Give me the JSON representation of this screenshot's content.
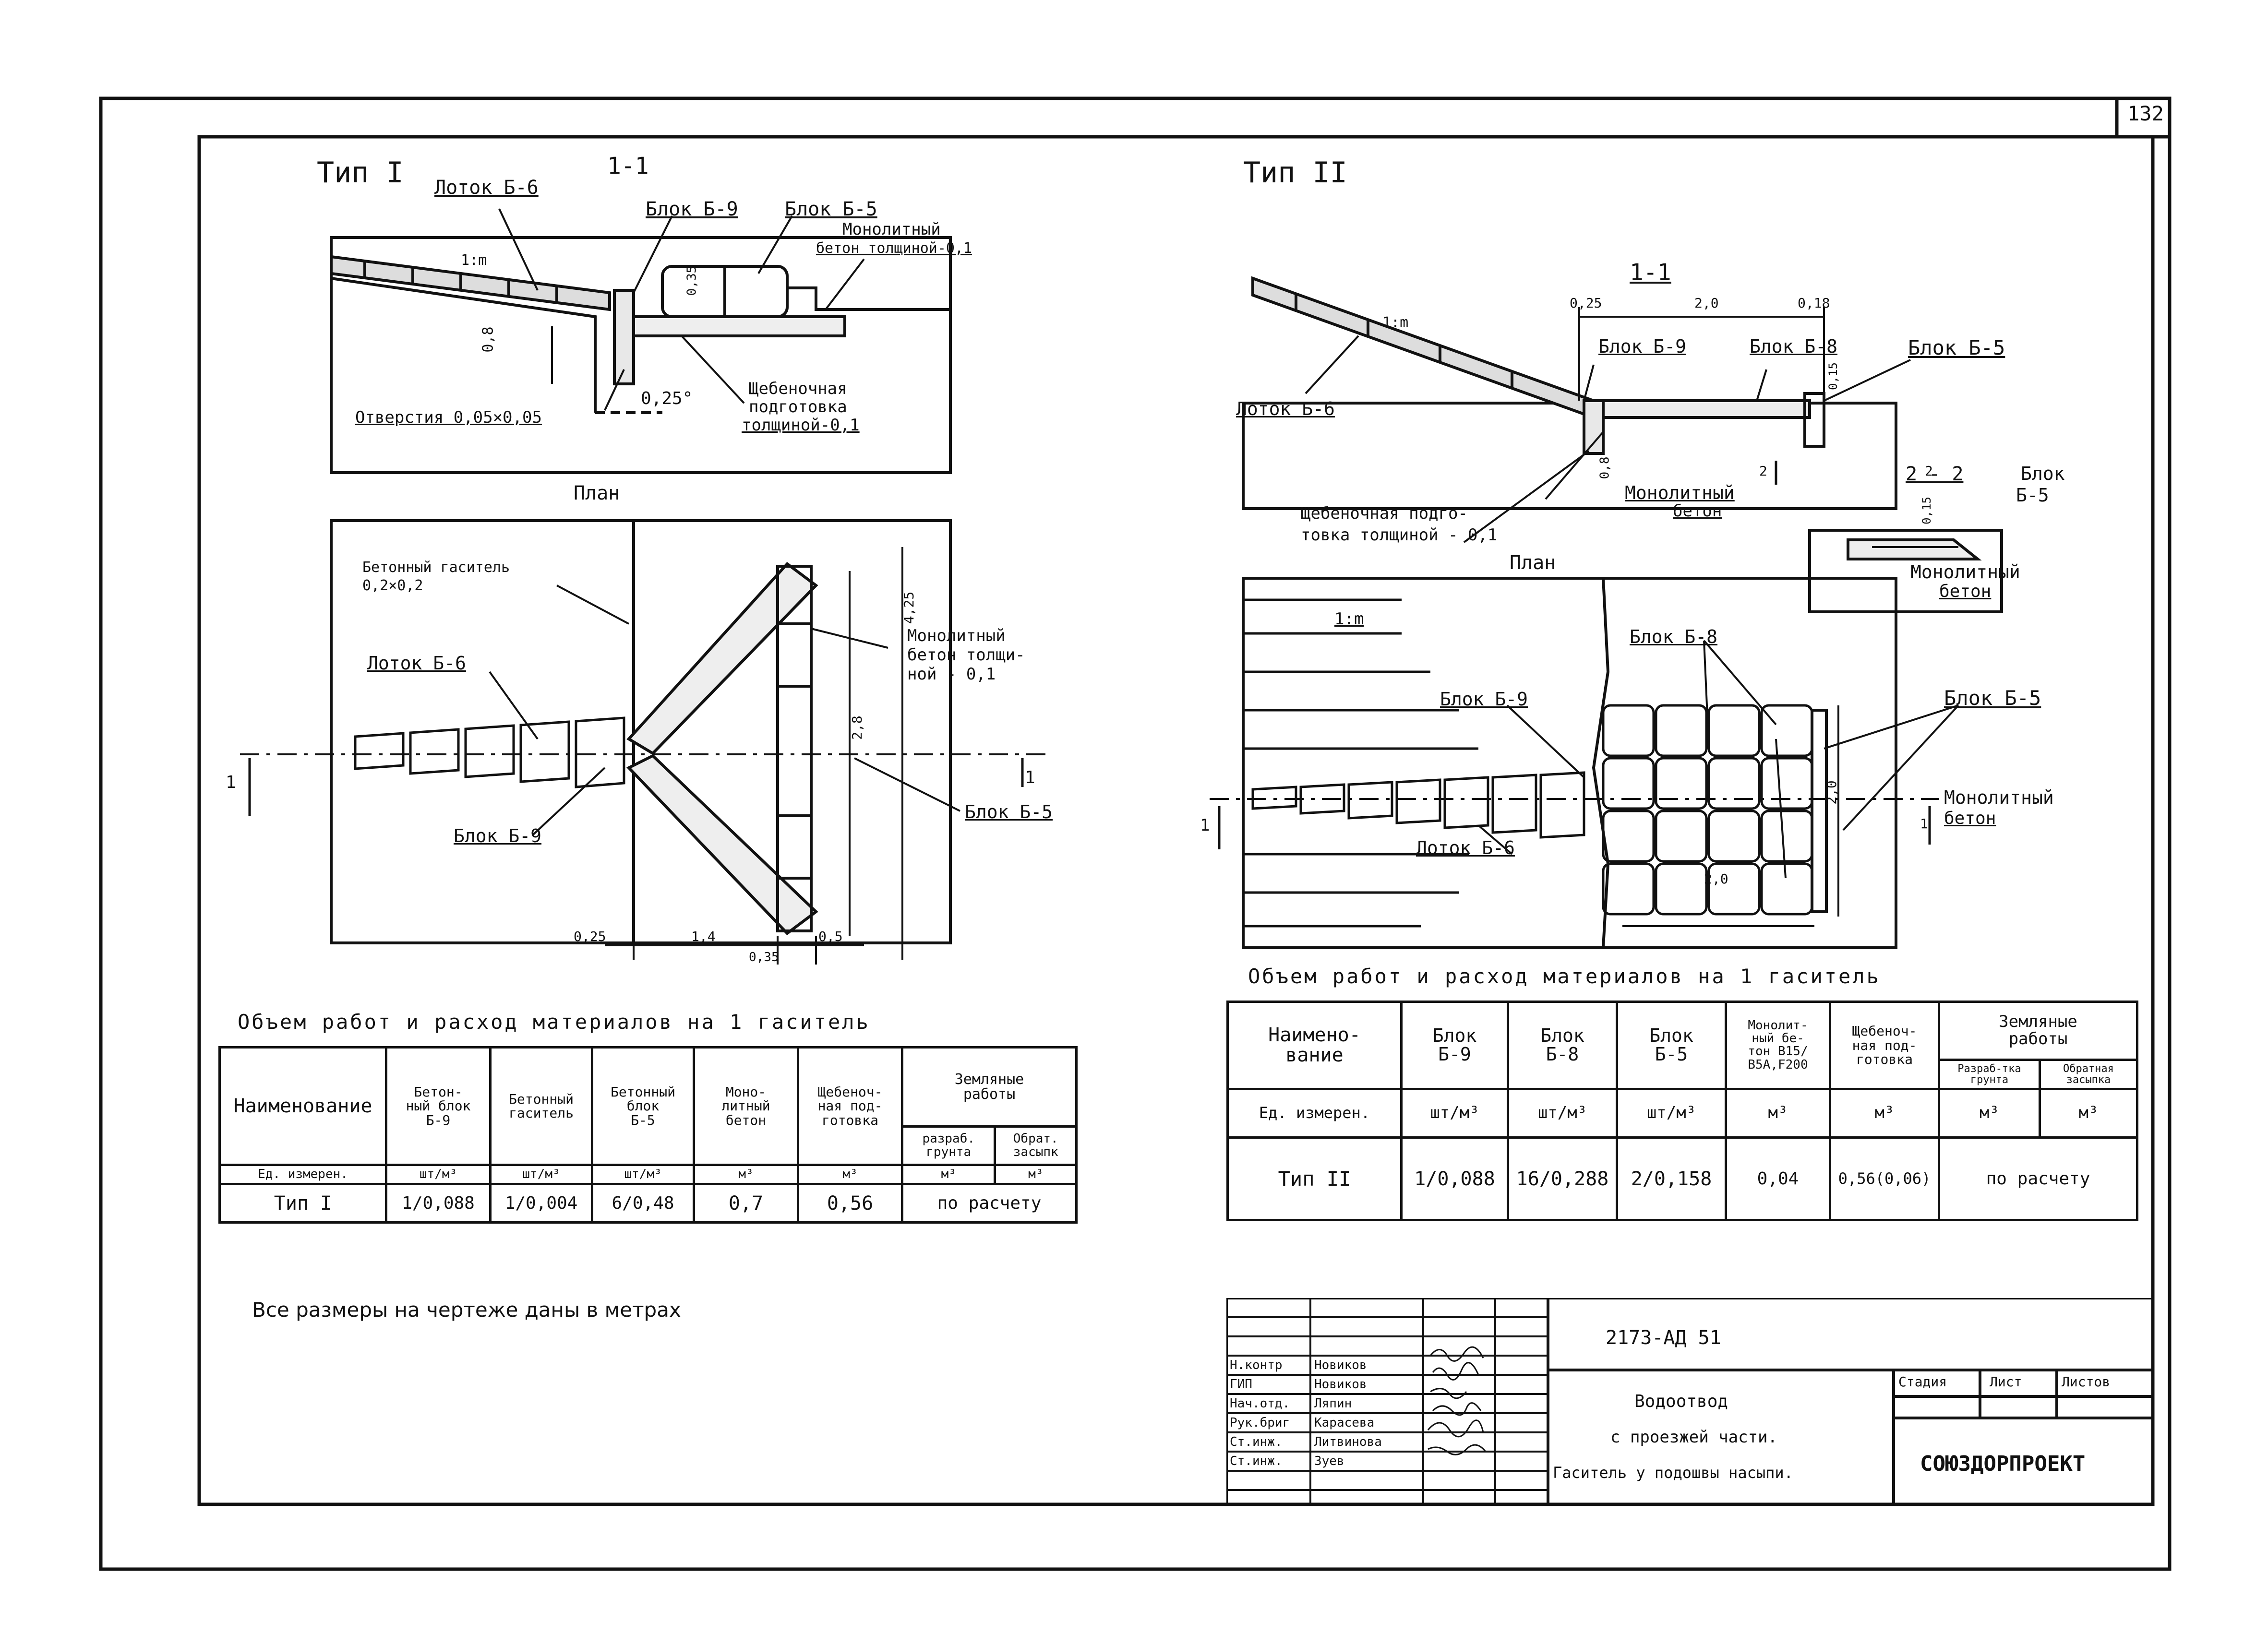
{
  "sheet": {
    "number": "132",
    "note": "Все размеры на чертеже даны в метрах"
  },
  "type1": {
    "title": "Тип I",
    "section_label": "1-1",
    "labels": {
      "lotok_b6": "Лоток Б-6",
      "blok_b9": "Блок Б-9",
      "blok_b5": "Блок Б-5",
      "monolith_l1": "Монолитный",
      "monolith_l2": "бетон толщиной-0,1",
      "slope": "1:m",
      "dim_035": "0,35",
      "dim_08": "0,8",
      "otverstia": "Отверстия 0,05×0,05",
      "angle": "0,25°",
      "gravel_l1": "Щебеночная",
      "gravel_l2": "подготовка",
      "gravel_l3": "толщиной-0,1"
    },
    "plan": {
      "title": "План",
      "gasitel_l1": "Бетонный гаситель",
      "gasitel_l2": "0,2×0,2",
      "lotok_b6": "Лоток Б-6",
      "monolith_l1": "Монолитный",
      "monolith_l2": "бетон толщи-",
      "monolith_l3": "ной - 0,1",
      "blok_b5": "Блок Б-5",
      "blok_b9": "Блок Б-9",
      "dim_28": "2,8",
      "dim_425": "4,25",
      "dim_025": "0,25",
      "dim_14": "1,4",
      "dim_035": "0,35",
      "dim_05": "0,5",
      "cut_left": "1",
      "cut_right": "1"
    },
    "table": {
      "caption": "Объем работ и расход материалов на 1 гаситель",
      "headers": {
        "name": "Наименование",
        "beton_blok_l1": "Бетон-",
        "beton_blok_l2": "ный блок",
        "beton_blok_l3": "Б-9",
        "gasitel_l1": "Бетонный",
        "gasitel_l2": "гаситель",
        "blok_l1": "Бетонный",
        "blok_l2": "блок",
        "blok_l3": "Б-5",
        "monolith_l1": "Моно-",
        "monolith_l2": "литный",
        "monolith_l3": "бетон",
        "gravel_l1": "Щебеноч-",
        "gravel_l2": "ная под-",
        "gravel_l3": "готовка",
        "earth_l1": "Земляные",
        "earth_l2": "работы",
        "razrab_l1": "разраб.",
        "razrab_l2": "грунта",
        "obr_l1": "Обрат.",
        "obr_l2": "засыпк"
      },
      "units_label": "Ед. измерен.",
      "units": [
        "шт/м³",
        "шт/м³",
        "шт/м³",
        "м³",
        "м³",
        "м³",
        "м³"
      ],
      "row_label": "Тип I",
      "row": [
        "1/0,088",
        "1/0,004",
        "6/0,48",
        "0,7",
        "0,56",
        "по расчету"
      ]
    }
  },
  "type2": {
    "title": "Тип II",
    "section_label": "1-1",
    "labels": {
      "dim_025": "0,25",
      "dim_20": "2,0",
      "dim_018": "0,18",
      "slope": "1:m",
      "blok_b9": "Блок Б-9",
      "blok_b8": "Блок Б-8",
      "blok_b5": "Блок Б-5",
      "lotok_b6": "Лоток Б-6",
      "dim_015": "0,15",
      "dim_08": "0,8",
      "monolith_l1": "Монолитный",
      "monolith_l2": "бетон",
      "gravel_l1": "Щебеночная подго-",
      "gravel_l2": "товка толщиной - 0,1",
      "cut2_left": "2",
      "cut2_right": "2",
      "sec2_title": "2 - 2",
      "sec2_blok_l1": "Блок",
      "sec2_blok_l2": "Б-5",
      "sec2_dim": "0,15",
      "sec2_mono_l1": "Монолитный",
      "sec2_mono_l2": "бетон"
    },
    "plan": {
      "title": "План",
      "slope": "1:m",
      "blok_b8": "Блок Б-8",
      "blok_b9": "Блок Б-9",
      "blok_b5": "Блок Б-5",
      "lotok_b6": "Лоток Б-6",
      "monolith_l1": "Монолитный",
      "monolith_l2": "бетон",
      "dim_20v": "2,0",
      "dim_20h": "2,0",
      "cut_left": "1",
      "cut_right": "1"
    },
    "table": {
      "caption": "Объем работ и расход материалов на 1 гаситель",
      "headers": {
        "name_l1": "Наимено-",
        "name_l2": "вание",
        "b9_l1": "Блок",
        "b9_l2": "Б-9",
        "b8_l1": "Блок",
        "b8_l2": "Б-8",
        "b5_l1": "Блок",
        "b5_l2": "Б-5",
        "mono_l1": "Монолит-",
        "mono_l2": "ный бе-",
        "mono_l3": "тон В15/",
        "mono_l4": "В5А,F200",
        "gravel_l1": "Щебеноч-",
        "gravel_l2": "ная под-",
        "gravel_l3": "готовка",
        "earth_l1": "Земляные",
        "earth_l2": "работы",
        "razrab": "Разраб-тка грунта",
        "obr": "Обратная засыпка"
      },
      "units_label": "Ед. измерен.",
      "units": [
        "шт/м³",
        "шт/м³",
        "шт/м³",
        "м³",
        "м³",
        "м³",
        "м³"
      ],
      "row_label": "Тип II",
      "row": [
        "1/0,088",
        "16/0,288",
        "2/0,158",
        "0,04",
        "0,56(0,06)",
        "по расчету"
      ]
    }
  },
  "stamp": {
    "doc_code": "2173-АД 51",
    "title_l1": "Водоотвод",
    "title_l2": "с проезжей части.",
    "title_l3": "Гаситель у подошвы насыпи.",
    "org": "СОЮЗДОРПРОЕКТ",
    "stage_headers": [
      "Стадия",
      "Лист",
      "Листов"
    ],
    "people": [
      {
        "role": "Н.контр",
        "name": "Новиков"
      },
      {
        "role": "ГИП",
        "name": "Новиков"
      },
      {
        "role": "Нач.отд.",
        "name": "Ляпин"
      },
      {
        "role": "Рук.бриг",
        "name": "Карасева"
      },
      {
        "role": "Ст.инж.",
        "name": "Литвинова"
      },
      {
        "role": "Ст.инж.",
        "name": "Зуев"
      }
    ]
  }
}
